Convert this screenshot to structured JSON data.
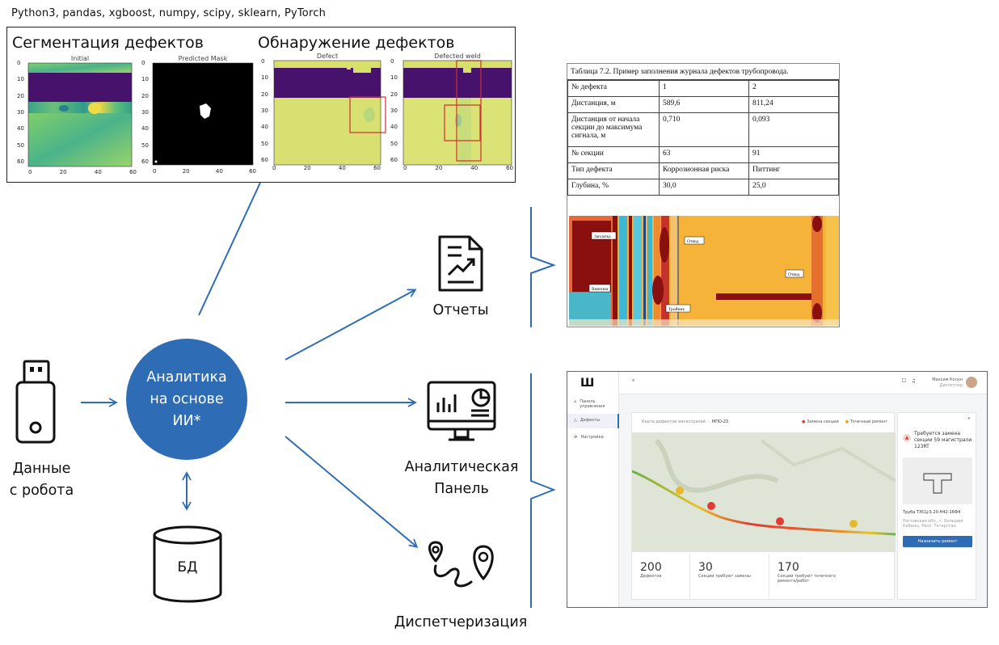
{
  "tech_stack": "Python3, pandas, xgboost, numpy, scipy, sklearn, PyTorch",
  "ml_panel": {
    "segmentation_title": "Сегментация дефектов",
    "detection_title": "Обнаружение дефектов",
    "plots": [
      {
        "title": "Initial",
        "x_ticks": [
          "0",
          "20",
          "40",
          "60"
        ],
        "y_ticks": [
          "0",
          "10",
          "20",
          "30",
          "40",
          "50",
          "60"
        ]
      },
      {
        "title": "Predicted Mask",
        "x_ticks": [
          "0",
          "20",
          "40",
          "60"
        ],
        "y_ticks": [
          "0",
          "10",
          "20",
          "30",
          "40",
          "50",
          "60"
        ]
      },
      {
        "title": "Defect",
        "x_ticks": [
          "0",
          "20",
          "40",
          "60"
        ],
        "y_ticks": [
          "0",
          "10",
          "20",
          "30",
          "40",
          "50",
          "60"
        ]
      },
      {
        "title": "Defected weld",
        "x_ticks": [
          "0",
          "20",
          "40",
          "60"
        ],
        "y_ticks": [
          "0",
          "10",
          "20",
          "30",
          "40",
          "50",
          "60"
        ]
      }
    ]
  },
  "data_source": {
    "label": "Данные\nс робота",
    "icon": "usb-drive-icon"
  },
  "analytics": {
    "label": "Аналитика\nна основе\nИИ*",
    "color": "#2e6db5"
  },
  "database": {
    "label": "БД",
    "icon": "database-icon"
  },
  "outputs": [
    {
      "label": "Отчеты",
      "icon": "report-chart-icon"
    },
    {
      "label": "Аналитическая\nПанель",
      "icon": "analytics-monitor-icon"
    },
    {
      "label": "Диспетчеризация",
      "icon": "route-pins-icon"
    }
  ],
  "report": {
    "caption": "Таблица  7.2.  Пример заполнения журнала дефектов трубопровода.",
    "rows": [
      [
        "№ дефекта",
        "1",
        "2"
      ],
      [
        "Дистанция, м",
        "589,6",
        "811,24"
      ],
      [
        "Дистанция от начала секции до максимума сигнала, м",
        "0,710",
        "0,093"
      ],
      [
        "№ секции",
        "63",
        "91"
      ],
      [
        "Тип дефекта",
        "Коррозионная риска",
        "Питтинг"
      ],
      [
        "Глубина, %",
        "30,0",
        "25,0"
      ]
    ],
    "scan_labels": [
      "Заплатка",
      "Отвод",
      "Отвод",
      "Вмятина",
      "Тройник"
    ]
  },
  "dashboard": {
    "user_name": "Максим Колун",
    "user_role": "Диспетчер",
    "nav": [
      "Панель управления",
      "Дефекты",
      "Настройки"
    ],
    "breadcrumb_root": "Карта дефектов магистралей",
    "breadcrumb_current": "МПО-23",
    "legend": [
      "Замена секции",
      "Точечный ремонт"
    ],
    "alert": "Требуется замена секции 59 магистрали 123RT",
    "pipe_name": "Труба ТЭСЦ-S 20-Н42-16Ф4",
    "location": "Ростовская обл., г. Большие Кабаны, Респ. Татарстан",
    "action_button": "Назначить ремонт",
    "stats": [
      {
        "value": "200",
        "label": "Дефектов"
      },
      {
        "value": "30",
        "label": "Секции требуют замены"
      },
      {
        "value": "170",
        "label": "Секций требуют точечного ремонта/работ"
      }
    ],
    "colors": {
      "accent": "#2e6db5",
      "line_red": "#e03c31",
      "line_yellow": "#e8c22a",
      "line_green": "#6ab04c"
    }
  }
}
